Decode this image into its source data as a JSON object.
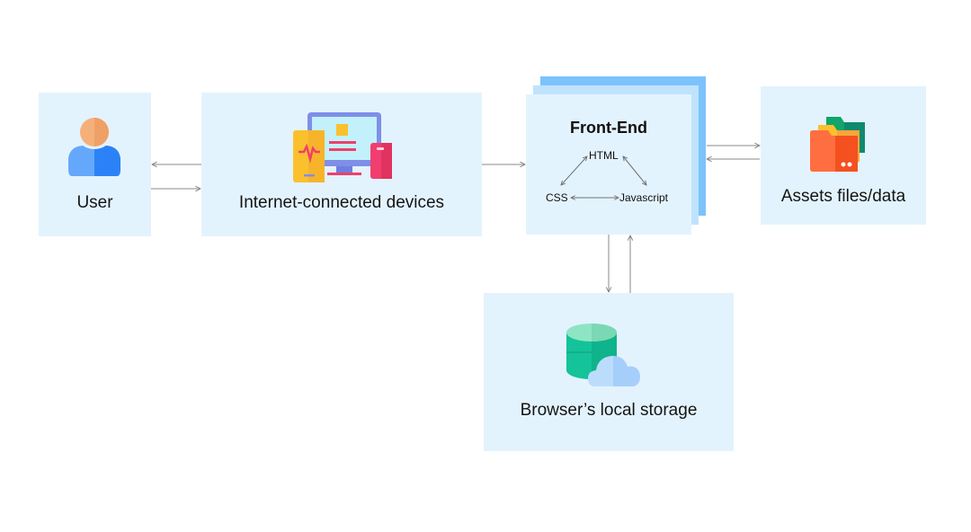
{
  "nodes": {
    "user": {
      "label": "User",
      "icon": "user-icon"
    },
    "devices": {
      "label": "Internet-connected devices",
      "icon": "devices-icon"
    },
    "frontend": {
      "title": "Front-End",
      "technologies": [
        "HTML",
        "CSS",
        "Javascript"
      ]
    },
    "assets": {
      "label": "Assets files/data",
      "icon": "folders-icon"
    },
    "storage": {
      "label": "Browser’s local storage",
      "icon": "database-cloud-icon"
    }
  },
  "edges": [
    {
      "from": "devices",
      "to": "user"
    },
    {
      "from": "user",
      "to": "devices"
    },
    {
      "from": "devices",
      "to": "frontend"
    },
    {
      "from": "frontend",
      "to": "assets"
    },
    {
      "from": "assets",
      "to": "frontend"
    },
    {
      "from": "frontend",
      "to": "storage"
    },
    {
      "from": "storage",
      "to": "frontend"
    },
    {
      "from": "HTML",
      "to": "CSS",
      "bidirectional": true
    },
    {
      "from": "HTML",
      "to": "Javascript",
      "bidirectional": true
    },
    {
      "from": "CSS",
      "to": "Javascript",
      "bidirectional": true
    }
  ],
  "colors": {
    "box_fill": "#e3f3fe",
    "layer_mid": "#bfe3fd",
    "layer_back": "#7cc2fb",
    "arrow": "#808080"
  }
}
